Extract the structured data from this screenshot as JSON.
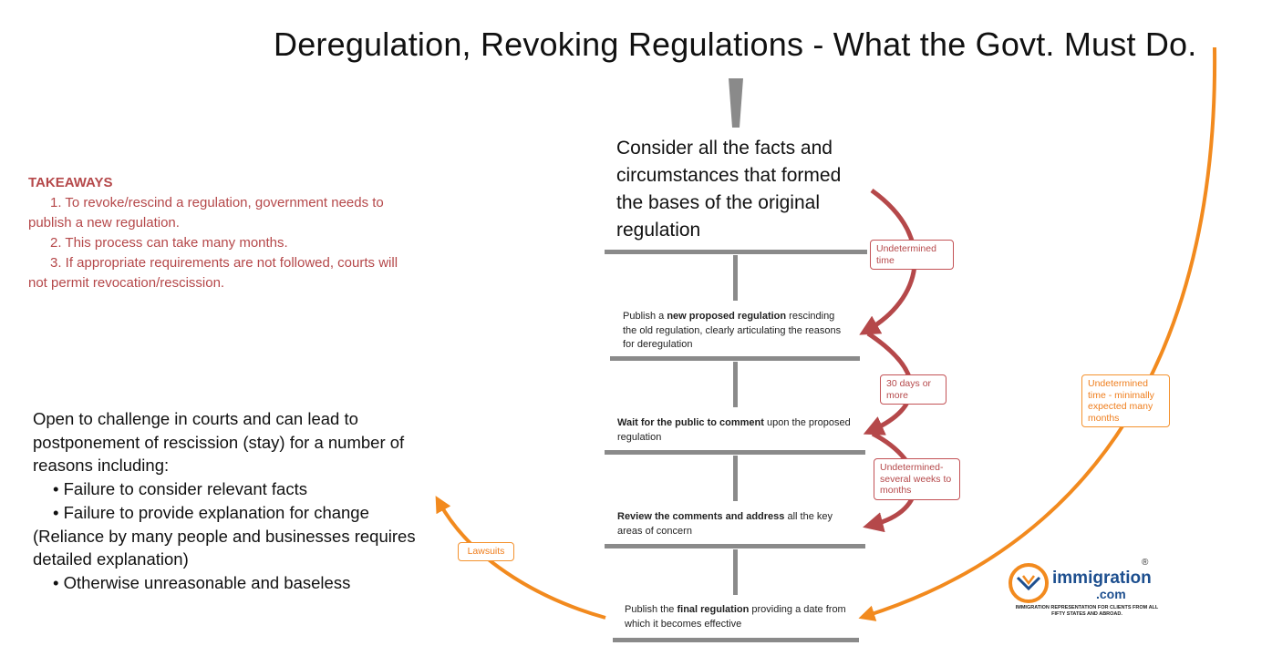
{
  "title": "Deregulation, Revoking Regulations - What the Govt. Must Do.",
  "takeaways": {
    "heading": "TAKEAWAYS",
    "items": [
      "1. To revoke/rescind a regulation, government needs to publish a new regulation.",
      "2. This process can take many months.",
      "3. If appropriate requirements are not followed, courts will not permit revocation/rescission."
    ]
  },
  "challenge": {
    "intro": "Open to challenge in courts and can lead to postponement of rescission (stay) for a number of reasons including:",
    "bullet1": "• Failure to consider relevant facts",
    "bullet2": "• Failure to provide explanation for change",
    "note": "(Reliance by many people and businesses requires detailed explanation)",
    "bullet3": "• Otherwise unreasonable and baseless"
  },
  "steps": {
    "s0": "Consider all the facts and circumstances that formed the bases of the original regulation",
    "s1": {
      "pre": "Publish a ",
      "bold": "new proposed regulation",
      "post": " rescinding the old regulation, clearly articulating the reasons for deregulation"
    },
    "s2": {
      "pre": "",
      "bold": "Wait for the public to comment",
      "post": " upon the proposed regulation"
    },
    "s3": {
      "pre": "",
      "bold": "Review the comments and address",
      "post": " all the key areas of concern"
    },
    "s4": {
      "pre": "Publish the ",
      "bold": "final regulation",
      "post": " providing a date from which it becomes effective"
    }
  },
  "tags": {
    "t1": "Undetermined time",
    "t2": "30 days or more",
    "t3": "Undetermined-several weeks to months",
    "t4": "Undetermined time - minimally expected many months",
    "lawsuits": "Lawsuits"
  },
  "logo": {
    "word": "immigration",
    "com": ".com",
    "reg": "®",
    "tagline": "IMMIGRATION REPRESENTATION FOR CLIENTS FROM ALL FIFTY STATES AND ABROAD."
  },
  "colors": {
    "red": "#b5484a",
    "orange": "#f28a1e",
    "gray": "#8a8a8a"
  }
}
